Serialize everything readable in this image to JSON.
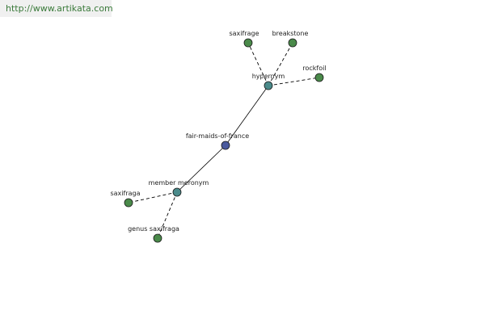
{
  "header": {
    "url": "http://www.artikata.com"
  },
  "colors": {
    "root": "#4a5a9e",
    "relation": "#4a8a8a",
    "leaf": "#4a8a4a",
    "url_text": "#3a7a3a",
    "banner_bg": "#f0f0f0"
  },
  "graph": {
    "nodes": {
      "root": {
        "label": "fair-maids-of-france",
        "kind": "root"
      },
      "hypernym": {
        "label": "hypernym",
        "kind": "relation"
      },
      "member_meronym": {
        "label": "member meronym",
        "kind": "relation"
      },
      "saxifrage": {
        "label": "saxifrage",
        "kind": "leaf"
      },
      "breakstone": {
        "label": "breakstone",
        "kind": "leaf"
      },
      "rockfoil": {
        "label": "rockfoil",
        "kind": "leaf"
      },
      "saxifraga": {
        "label": "saxifraga",
        "kind": "leaf"
      },
      "genus_saxifraga": {
        "label": "genus saxifraga",
        "kind": "leaf"
      }
    },
    "edges": [
      {
        "from": "root",
        "to": "hypernym",
        "style": "solid"
      },
      {
        "from": "root",
        "to": "member_meronym",
        "style": "solid"
      },
      {
        "from": "hypernym",
        "to": "saxifrage",
        "style": "dashed"
      },
      {
        "from": "hypernym",
        "to": "breakstone",
        "style": "dashed"
      },
      {
        "from": "hypernym",
        "to": "rockfoil",
        "style": "dashed"
      },
      {
        "from": "member_meronym",
        "to": "saxifraga",
        "style": "dashed"
      },
      {
        "from": "member_meronym",
        "to": "genus_saxifraga",
        "style": "dashed"
      }
    ]
  }
}
